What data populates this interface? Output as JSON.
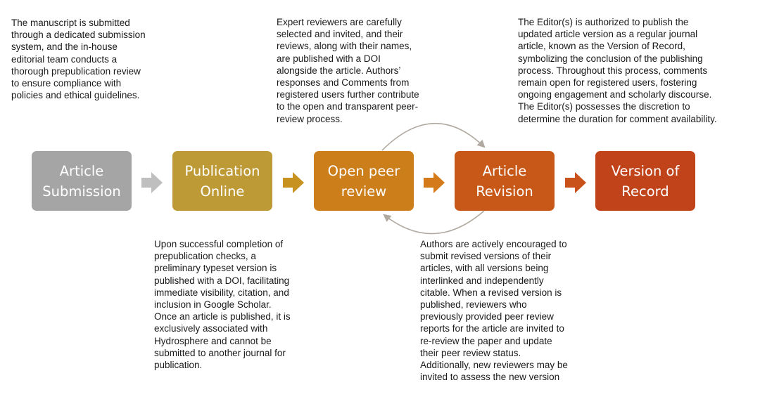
{
  "stages": [
    {
      "label": "Article\nSubmission",
      "color": "#A5A5A5"
    },
    {
      "label": "Publication\nOnline",
      "color": "#BE9A36"
    },
    {
      "label": "Open peer\nreview",
      "color": "#CC7E1B"
    },
    {
      "label": "Article\nRevision",
      "color": "#C75818"
    },
    {
      "label": "Version of\nRecord",
      "color": "#C0431A"
    }
  ],
  "arrow_colors": [
    "#BFBFBF",
    "#C7921F",
    "#D47A1B",
    "#C9521A"
  ],
  "loop_color": "#B0A9A0",
  "descriptions": {
    "submission": "The manuscript is submitted\nthrough a dedicated submission\nsystem, and the in-house\neditorial team conducts a\nthorough prepublication review\nto ensure compliance with\npolicies and ethical guidelines.",
    "peer_review": "Expert reviewers are carefully\nselected and invited, and their\nreviews, along with their names,\nare published with a DOI\nalongside the article. Authors’\nresponses and Comments from\nregistered users further contribute\nto the open and transparent peer-\nreview process.",
    "version_of_record": "The Editor(s) is authorized to publish the\nupdated article version as a regular journal\narticle, known as the Version of Record,\nsymbolizing the conclusion of the publishing\nprocess. Throughout this process, comments\nremain open for registered users, fostering\nongoing engagement and scholarly discourse.\nThe Editor(s) possesses the discretion to\ndetermine the duration for comment availability.",
    "publication_online": "Upon successful completion of\nprepublication checks, a\npreliminary typeset version is\npublished with a DOI, facilitating\nimmediate visibility, citation, and\ninclusion in Google Scholar.\nOnce an article is published, it is\nexclusively associated with\nHydrosphere and cannot be\nsubmitted to another journal for\npublication.",
    "revision": "Authors are actively encouraged to\nsubmit revised versions of their\narticles, with all versions being\ninterlinked and independently\ncitable. When a revised version is\npublished, reviewers who\npreviously provided peer review\nreports for the article are invited to\nre-review the paper and update\ntheir peer review status.\nAdditionally, new reviewers may be\ninvited to assess the new version"
  }
}
